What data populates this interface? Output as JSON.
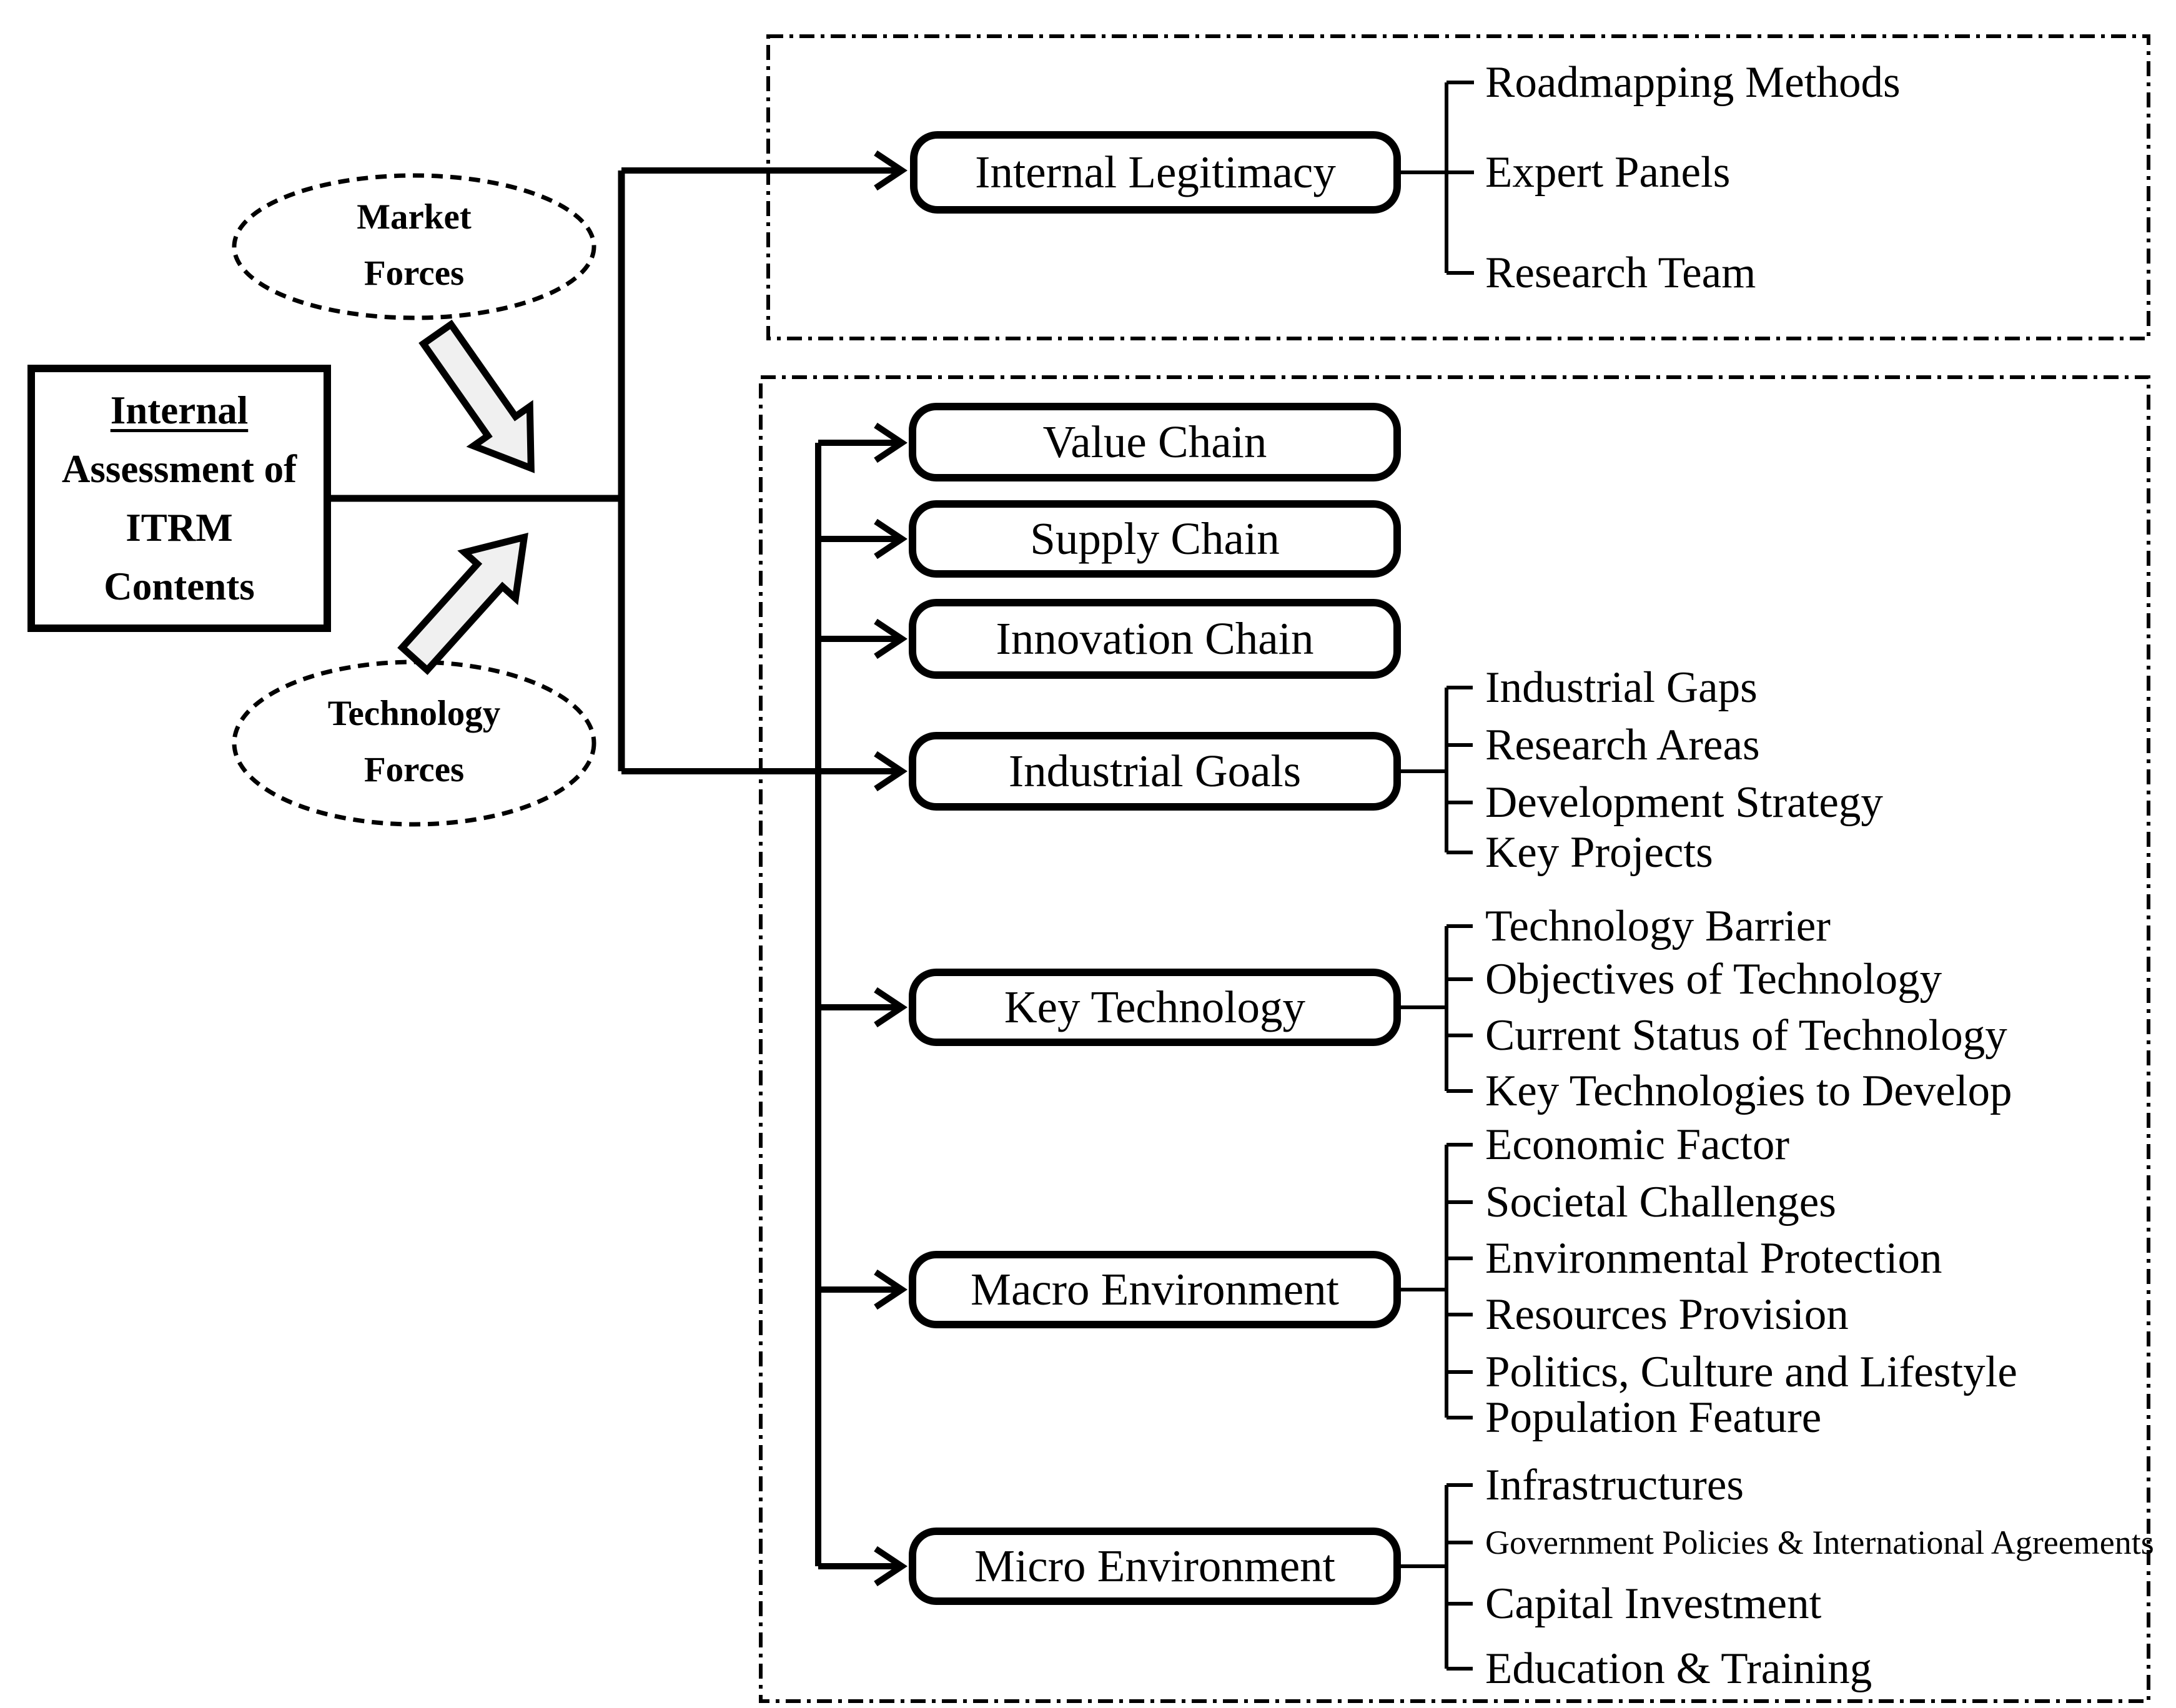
{
  "root": {
    "line1": "Internal",
    "line2": "Assessment of",
    "line3": "ITRM",
    "line4": "Contents"
  },
  "forces": {
    "market": {
      "line1": "Market",
      "line2": "Forces"
    },
    "technology": {
      "line1": "Technology",
      "line2": "Forces"
    }
  },
  "sections": {
    "internal_legitimacy": {
      "label": "Internal Legitimacy",
      "items": [
        "Roadmapping Methods",
        "Expert Panels",
        "Research Team"
      ]
    },
    "chains": [
      "Value Chain",
      "Supply Chain",
      "Innovation Chain"
    ],
    "industrial_goals": {
      "label": "Industrial Goals",
      "items": [
        "Industrial Gaps",
        "Research Areas",
        "Development Strategy",
        "Key Projects"
      ]
    },
    "key_technology": {
      "label": "Key Technology",
      "items": [
        "Technology Barrier",
        "Objectives of Technology",
        "Current Status of Technology",
        "Key Technologies to Develop"
      ]
    },
    "macro_environment": {
      "label": "Macro Environment",
      "items": [
        "Economic Factor",
        "Societal Challenges",
        "Environmental Protection",
        "Resources Provision",
        "Politics, Culture and Lifestyle",
        "Population Feature"
      ]
    },
    "micro_environment": {
      "label": "Micro Environment",
      "items": [
        "Infrastructures",
        "Government Policies & International Agreements",
        "Capital Investment",
        "Education & Training"
      ]
    }
  },
  "colors": {
    "line": "#000000",
    "arrow_fill": "#f0f0f0",
    "background": "#ffffff"
  }
}
